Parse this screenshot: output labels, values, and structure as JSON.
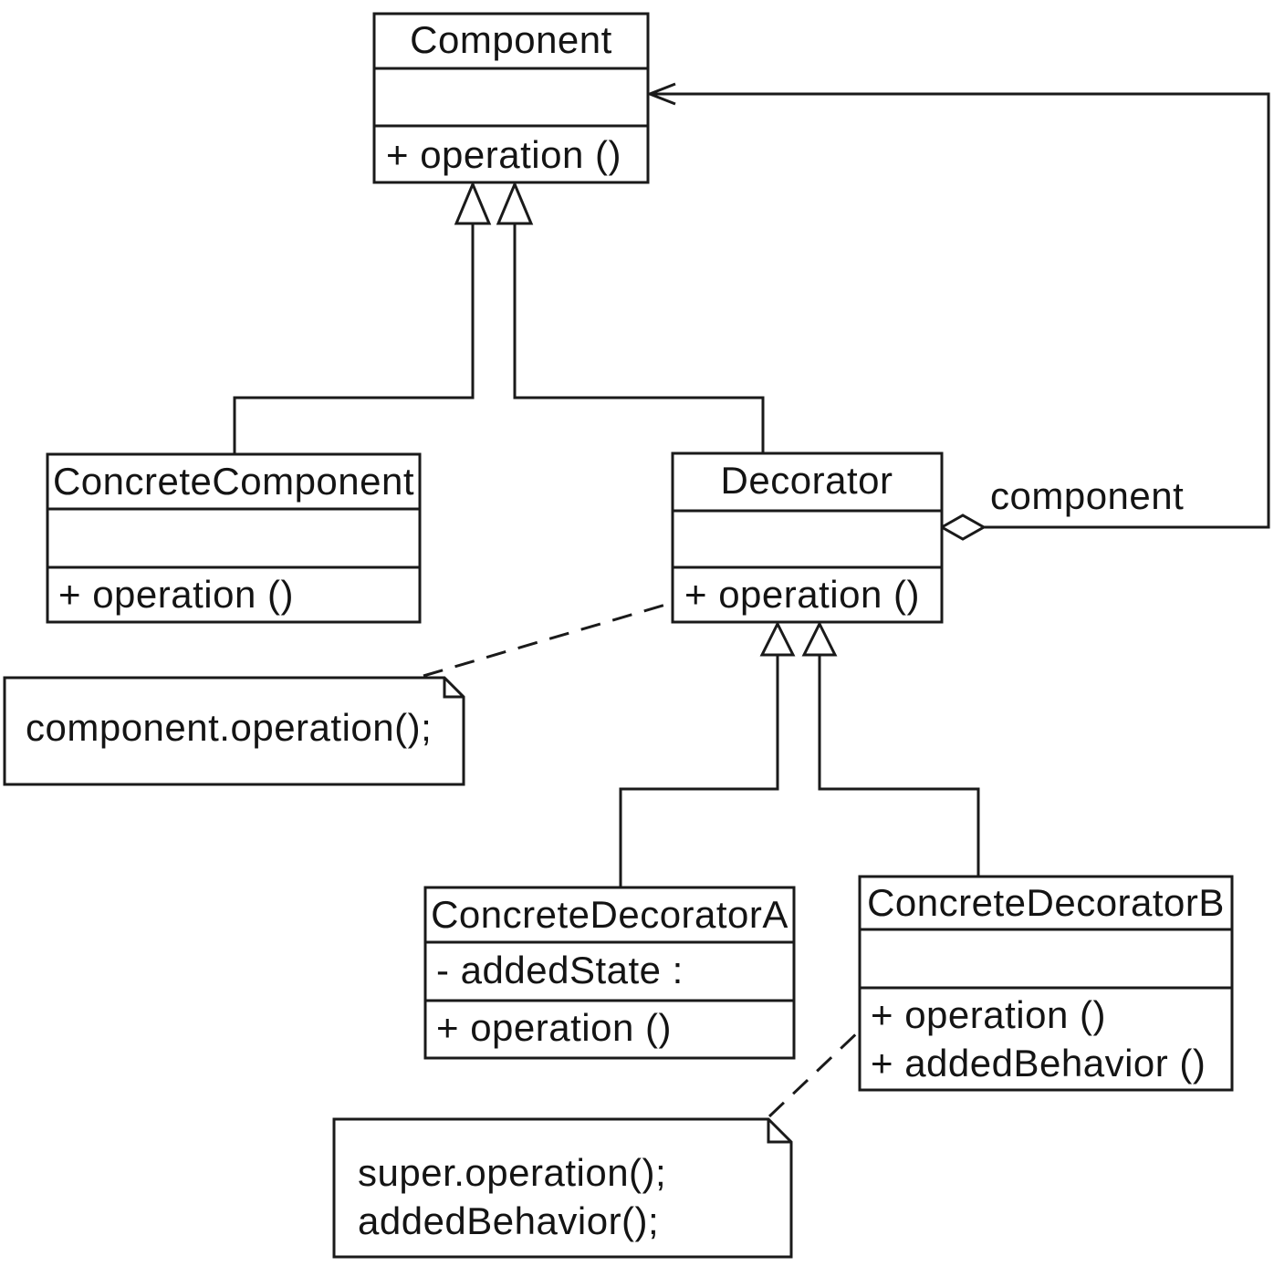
{
  "diagram_type": "uml-class-diagram",
  "colors": {
    "background": "#ffffff",
    "stroke": "#1a1a1a",
    "text": "#141414"
  },
  "classes": {
    "component": {
      "name": "Component",
      "attributes": [],
      "methods": [
        "+ operation ()"
      ]
    },
    "concrete_component": {
      "name": "ConcreteComponent",
      "attributes": [],
      "methods": [
        "+ operation ()"
      ]
    },
    "decorator": {
      "name": "Decorator",
      "attributes": [],
      "methods": [
        "+ operation ()"
      ]
    },
    "concrete_decorator_a": {
      "name": "ConcreteDecoratorA",
      "attributes": [
        "- addedState :"
      ],
      "methods": [
        "+ operation ()"
      ]
    },
    "concrete_decorator_b": {
      "name": "ConcreteDecoratorB",
      "attributes": [],
      "methods": [
        "+ operation ()",
        "+ addedBehavior ()"
      ]
    }
  },
  "notes": [
    {
      "lines": [
        "component.operation();"
      ]
    },
    {
      "lines": [
        "super.operation();",
        "addedBehavior();"
      ]
    }
  ],
  "labels": {
    "aggregation_role": "component"
  },
  "relationships": [
    {
      "type": "generalization",
      "from": "ConcreteComponent",
      "to": "Component"
    },
    {
      "type": "generalization",
      "from": "Decorator",
      "to": "Component"
    },
    {
      "type": "generalization",
      "from": "ConcreteDecoratorA",
      "to": "Decorator"
    },
    {
      "type": "generalization",
      "from": "ConcreteDecoratorB",
      "to": "Decorator"
    },
    {
      "type": "aggregation",
      "from": "Decorator",
      "to": "Component",
      "label": "component"
    },
    {
      "type": "note-attachment",
      "from": "note-0",
      "to": "Decorator.operation"
    },
    {
      "type": "note-attachment",
      "from": "note-1",
      "to": "ConcreteDecoratorB.operation"
    }
  ]
}
